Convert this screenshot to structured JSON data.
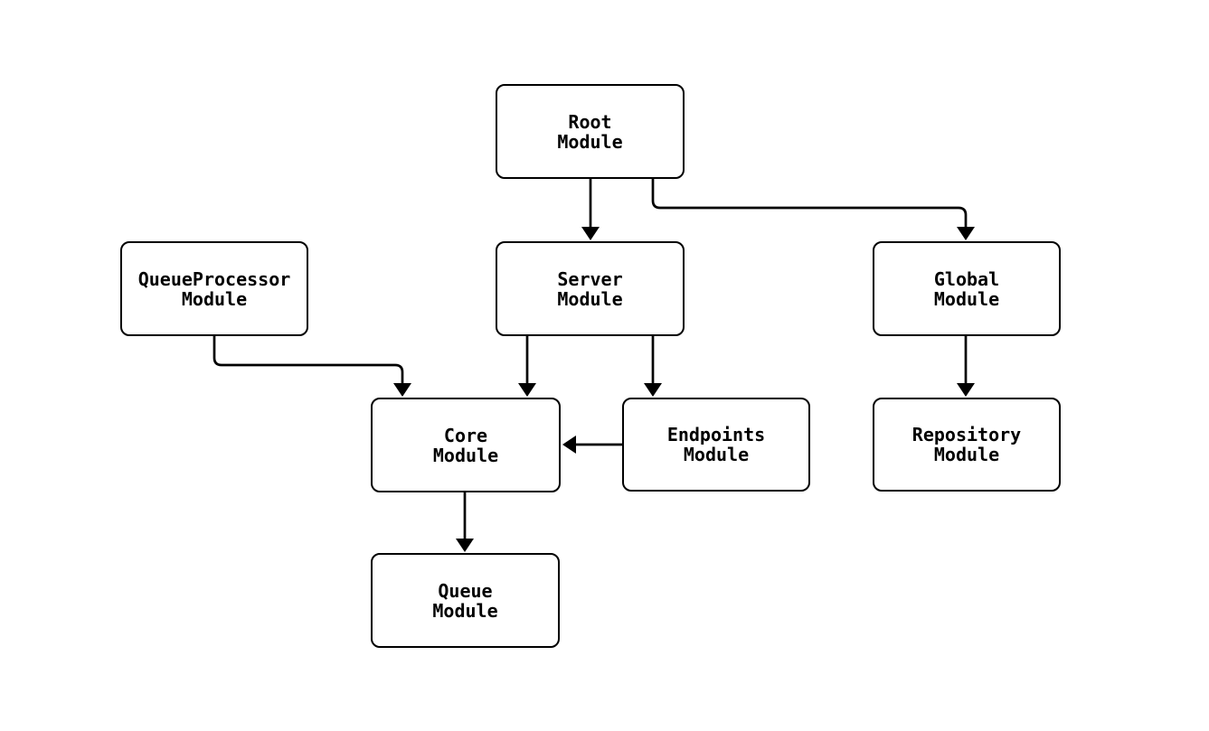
{
  "diagram": {
    "type": "module-dependency-graph",
    "background_color": "#ffffff",
    "node_fill_color": "#ffffff",
    "node_border_color": "#000000",
    "edge_color": "#000000",
    "text_color": "#000000",
    "nodes": [
      {
        "id": "root",
        "line1": "Root",
        "line2": "Module"
      },
      {
        "id": "queueprocessor",
        "line1": "QueueProcessor",
        "line2": "Module"
      },
      {
        "id": "server",
        "line1": "Server",
        "line2": "Module"
      },
      {
        "id": "global",
        "line1": "Global",
        "line2": "Module"
      },
      {
        "id": "core",
        "line1": "Core",
        "line2": "Module"
      },
      {
        "id": "endpoints",
        "line1": "Endpoints",
        "line2": "Module"
      },
      {
        "id": "repository",
        "line1": "Repository",
        "line2": "Module"
      },
      {
        "id": "queue",
        "line1": "Queue",
        "line2": "Module"
      }
    ],
    "edges": [
      {
        "from": "Root Module",
        "to": "Server Module"
      },
      {
        "from": "Root Module",
        "to": "Global Module"
      },
      {
        "from": "QueueProcessor Module",
        "to": "Core Module"
      },
      {
        "from": "Server Module",
        "to": "Core Module"
      },
      {
        "from": "Server Module",
        "to": "Endpoints Module"
      },
      {
        "from": "Endpoints Module",
        "to": "Core Module"
      },
      {
        "from": "Global Module",
        "to": "Repository Module"
      },
      {
        "from": "Core Module",
        "to": "Queue Module"
      }
    ]
  }
}
